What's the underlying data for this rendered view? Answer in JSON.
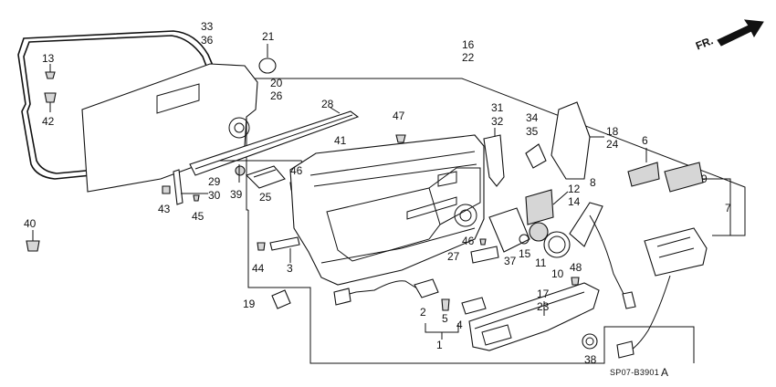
{
  "figure_code": "SP07-B3901",
  "figure_revision": "A",
  "direction_label": "FR.",
  "callouts": {
    "c1": "1",
    "c2": "2",
    "c3": "3",
    "c4": "4",
    "c5": "5",
    "c6": "6",
    "c7": "7",
    "c8": "8",
    "c9": "9",
    "c10": "10",
    "c11": "11",
    "c12": "12",
    "c13": "13",
    "c14": "14",
    "c15": "15",
    "c16": "16",
    "c17": "17",
    "c18": "18",
    "c19": "19",
    "c20": "20",
    "c21": "21",
    "c22": "22",
    "c23": "23",
    "c24": "24",
    "c25": "25",
    "c26": "26",
    "c27": "27",
    "c28": "28",
    "c29": "29",
    "c30": "30",
    "c31": "31",
    "c32": "32",
    "c33": "33",
    "c34": "34",
    "c35": "35",
    "c36": "36",
    "c37": "37",
    "c38": "38",
    "c39": "39",
    "c40": "40",
    "c41": "41",
    "c42": "42",
    "c43": "43",
    "c44": "44",
    "c45": "45",
    "c46a": "46",
    "c46b": "46",
    "c47": "47",
    "c48": "48"
  }
}
